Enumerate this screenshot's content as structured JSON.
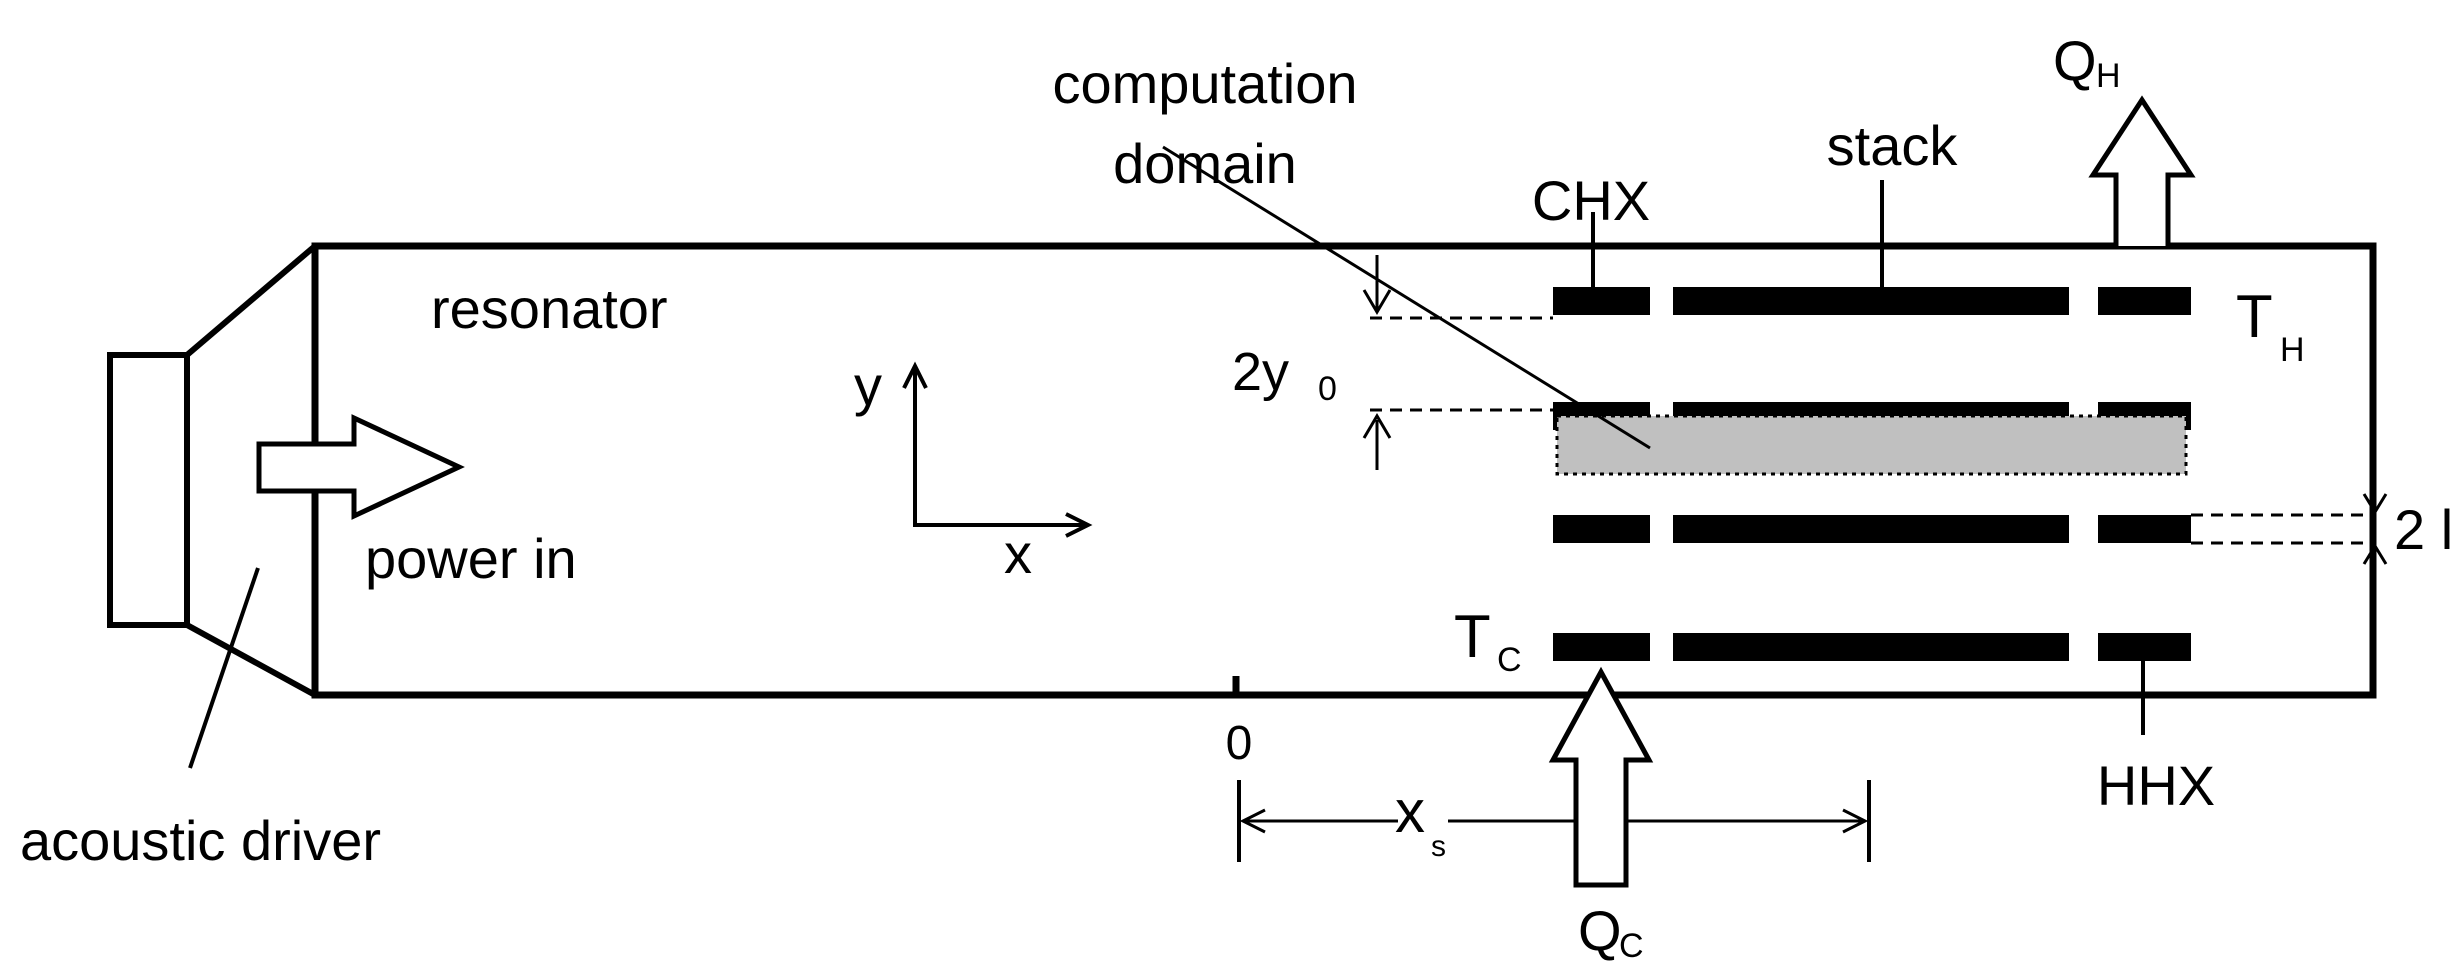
{
  "labels": {
    "computation_domain_line1": "computation",
    "computation_domain_line2": "domain",
    "chx": "CHX",
    "stack": "stack",
    "q_h": "Q",
    "q_h_sub": "H",
    "t_h": "T",
    "t_h_sub": "H",
    "resonator": "resonator",
    "two_y0": "2y",
    "two_y0_sub": "0",
    "y_axis": "y",
    "x_axis": "x",
    "power_in": "power in",
    "two_l": "2 l",
    "t_c": "T",
    "t_c_sub": "C",
    "zero": "0",
    "hhx": "HHX",
    "x_s": "x",
    "x_s_sub": "s",
    "acoustic_driver": "acoustic driver",
    "q_c": "Q",
    "q_c_sub": "C"
  },
  "colors": {
    "ink": "#000000",
    "domain_fill": "#c0c0c0",
    "background": "#ffffff"
  },
  "icons": {
    "power_arrow": "right-hollow-arrow-icon",
    "heat_out_arrow": "up-hollow-arrow-icon",
    "heat_in_arrow": "up-hollow-arrow-icon"
  }
}
